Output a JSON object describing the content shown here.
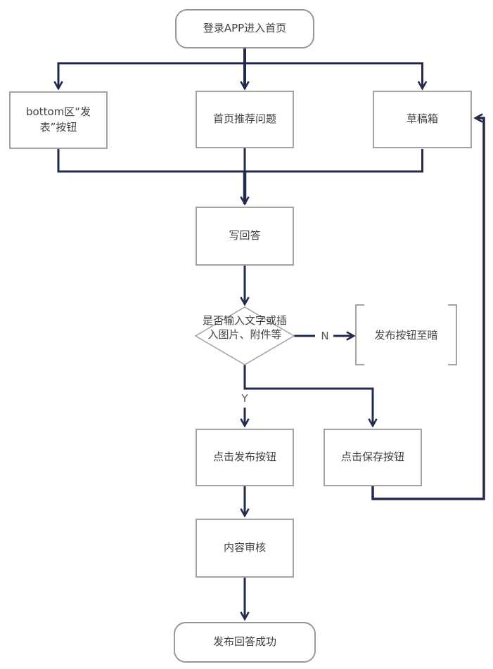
{
  "diagram": {
    "kind": "flowchart",
    "background": "#ffffff"
  },
  "theme": {
    "connector": "#232a4d",
    "border": "#a3a3a3",
    "border_dark": "#979797",
    "text": "#404040",
    "edge_label": "#595959",
    "bg": "#ffffff"
  },
  "nodes": {
    "start": {
      "label": "登录APP进入首页",
      "type": "terminal"
    },
    "bottom_publish_button": {
      "label": "bottom区“发表”按钮",
      "type": "process"
    },
    "home_recommended_questions": {
      "label": "首页推荐问题",
      "type": "process"
    },
    "draft_box": {
      "label": "草稿箱",
      "type": "process"
    },
    "write_answer": {
      "label": "写回答",
      "type": "process"
    },
    "input_check": {
      "label": "是否输入文字或插入图片、附件等",
      "type": "decision"
    },
    "publish_button_dimmed": {
      "label": "发布按钮至暗",
      "type": "annotation"
    },
    "click_publish": {
      "label": "点击发布按钮",
      "type": "process"
    },
    "click_save": {
      "label": "点击保存按钮",
      "type": "process"
    },
    "content_review": {
      "label": "内容审核",
      "type": "process"
    },
    "publish_success": {
      "label": "发布回答成功",
      "type": "terminal"
    }
  },
  "edges": [
    {
      "from": "start",
      "to": "bottom_publish_button",
      "label": ""
    },
    {
      "from": "start",
      "to": "home_recommended_questions",
      "label": ""
    },
    {
      "from": "start",
      "to": "draft_box",
      "label": ""
    },
    {
      "from": "bottom_publish_button",
      "to": "write_answer",
      "label": ""
    },
    {
      "from": "home_recommended_questions",
      "to": "write_answer",
      "label": ""
    },
    {
      "from": "draft_box",
      "to": "write_answer",
      "label": ""
    },
    {
      "from": "write_answer",
      "to": "input_check",
      "label": ""
    },
    {
      "from": "input_check",
      "to": "publish_button_dimmed",
      "label": "N"
    },
    {
      "from": "input_check",
      "to": "click_publish",
      "label": "Y"
    },
    {
      "from": "input_check",
      "to": "click_save",
      "label": ""
    },
    {
      "from": "click_publish",
      "to": "content_review",
      "label": ""
    },
    {
      "from": "content_review",
      "to": "publish_success",
      "label": ""
    },
    {
      "from": "click_save",
      "to": "draft_box",
      "label": ""
    }
  ]
}
